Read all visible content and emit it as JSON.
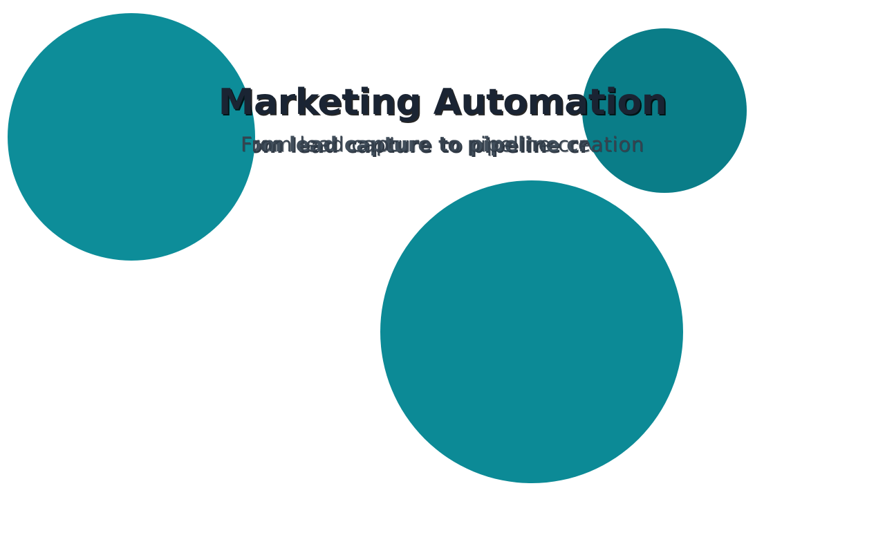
{
  "page": {
    "background": "#ffffff"
  },
  "slide": {
    "title": "Marketing Automation",
    "subtitle": "From lead capture to pipeline creation",
    "title_color": "#1a2433",
    "subtitle_color": "#414e5b",
    "subtitle_overlay_color": "#37424e"
  },
  "decor": {
    "circles": [
      {
        "id": "left",
        "color": "#0d8d99"
      },
      {
        "id": "top-right",
        "color": "#0a7d88"
      },
      {
        "id": "center",
        "color": "#0c8a96"
      }
    ]
  }
}
